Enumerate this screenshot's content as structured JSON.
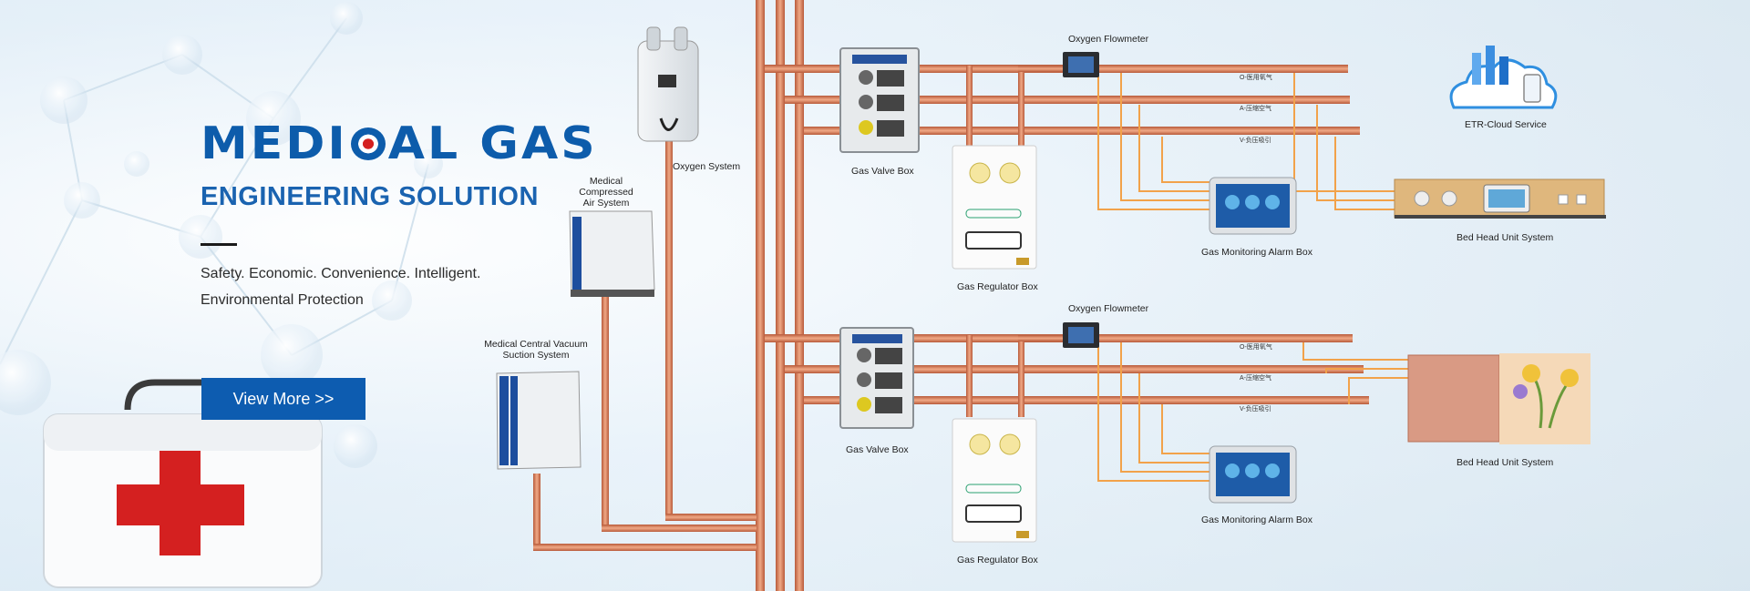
{
  "hero": {
    "title_part1": "MEDI",
    "title_part2": "AL GAS",
    "subtitle": "ENGINEERING SOLUTION",
    "tagline_line1": "Safety. Economic. Convenience. Intelligent.",
    "tagline_line2": "Environmental Protection",
    "cta_label": "View More >>"
  },
  "diagram": {
    "oxygen_system": "Oxygen System",
    "air_system_line1": "Medical Compressed",
    "air_system_line2": "Air System",
    "vacuum_line1": "Medical Central Vacuum",
    "vacuum_line2": "Suction System",
    "gas_valve_box": "Gas Valve Box",
    "gas_regulator_box": "Gas Regulator Box",
    "oxygen_flowmeter": "Oxygen Flowmeter",
    "alarm_box": "Gas Monitoring Alarm Box",
    "bed_head_unit": "Bed Head Unit System",
    "cloud_service": "ETR-Cloud Service",
    "pipe_o": "O-医用氧气",
    "pipe_a": "A-压缩空气",
    "pipe_v": "V-负压吸引"
  },
  "colors": {
    "brand_blue": "#0d5cab",
    "cta_blue": "#0d5cb0",
    "copper_pipe": "#d9825e",
    "signal_line": "#f2a24a",
    "red_cross": "#d42020"
  },
  "icons": [
    "first-aid-kit-icon",
    "cloud-service-icon",
    "oxygen-flowmeter-icon",
    "gas-valve-box-icon",
    "alarm-monitor-icon"
  ]
}
